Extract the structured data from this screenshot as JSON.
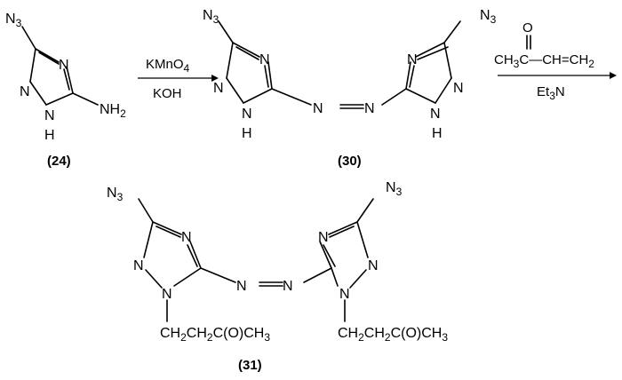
{
  "scheme": {
    "compound_24": {
      "label": "(24)",
      "azide": "N3",
      "amine": "NH2",
      "ring_n_top": "N",
      "ring_n_left": "N",
      "ring_nh": "N",
      "ring_h": "H"
    },
    "step1": {
      "reagent_top": "KMnO4",
      "reagent_bottom": "KOH"
    },
    "compound_30": {
      "label": "(30)",
      "azide_left": "N3",
      "azide_right": "N3",
      "azo": "N=N",
      "n": "N",
      "h": "H"
    },
    "step2": {
      "reagent_top": "CH3C—CH=CH2",
      "carbonyl_o": "O",
      "reagent_bottom": "Et3N"
    },
    "compound_31": {
      "label": "(31)",
      "azide_left": "N3",
      "azide_right": "N3",
      "azo": "N=N",
      "n": "N",
      "chain": "CH2CH2C(O)CH3"
    }
  }
}
